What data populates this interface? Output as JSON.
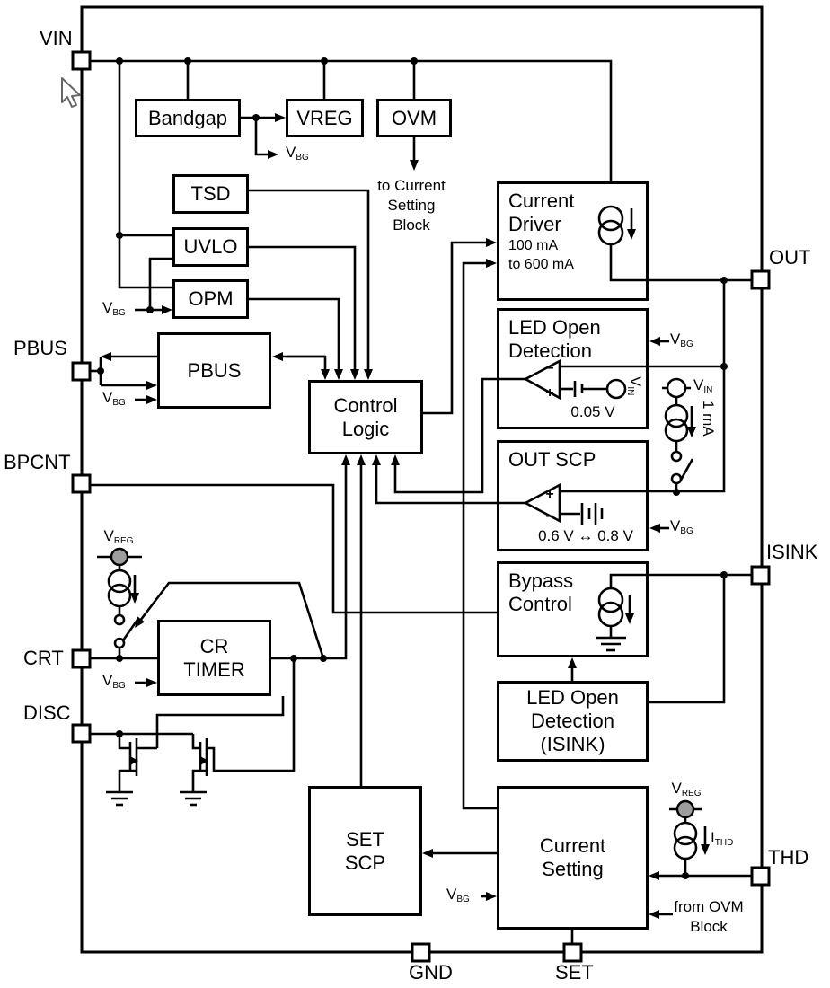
{
  "pins": {
    "vin": "VIN",
    "pbus": "PBUS",
    "bpcnt": "BPCNT",
    "crt": "CRT",
    "disc": "DISC",
    "out": "OUT",
    "isink": "ISINK",
    "thd": "THD",
    "gnd": "GND",
    "set": "SET"
  },
  "blocks": {
    "bandgap": {
      "label": "Bandgap"
    },
    "vreg": {
      "label": "VREG"
    },
    "ovm": {
      "label": "OVM"
    },
    "tsd": {
      "label": "TSD"
    },
    "uvlo": {
      "label": "UVLO"
    },
    "opm": {
      "label": "OPM"
    },
    "pbus": {
      "label": "PBUS"
    },
    "control_logic": {
      "line1": "Control",
      "line2": "Logic"
    },
    "current_driver": {
      "line1": "Current",
      "line2": "Driver",
      "sub1": "100 mA",
      "sub2": "to 600 mA"
    },
    "led_open": {
      "line1": "LED Open",
      "line2": "Detection"
    },
    "out_scp": {
      "label": "OUT SCP"
    },
    "bypass": {
      "line1": "Bypass",
      "line2": "Control"
    },
    "led_open_isink": {
      "line1": "LED Open",
      "line2": "Detection",
      "line3": "(ISINK)"
    },
    "cr_timer": {
      "line1": "CR",
      "line2": "TIMER"
    },
    "set_scp": {
      "line1": "SET",
      "line2": "SCP"
    },
    "current_setting": {
      "line1": "Current",
      "line2": "Setting"
    }
  },
  "labels": {
    "v_bg": {
      "main": "V",
      "sub": "BG"
    },
    "v_reg": {
      "main": "V",
      "sub": "REG"
    },
    "v_in": {
      "main": "V",
      "sub": "IN"
    },
    "i_thd": {
      "main": "I",
      "sub": "THD"
    },
    "one_ma": "1 mA",
    "v_005": "0.05 V",
    "v_06_08": "0.6 V ↔ 0.8 V",
    "to_current_1": "to Current",
    "to_current_2": "Setting",
    "to_current_3": "Block",
    "from_ovm_1": "from OVM",
    "from_ovm_2": "Block",
    "comp_plus": "+",
    "comp_minus": "−"
  },
  "colors": {
    "line": "#000000",
    "background": "#ffffff",
    "node_fill": "#9e9e9e"
  }
}
